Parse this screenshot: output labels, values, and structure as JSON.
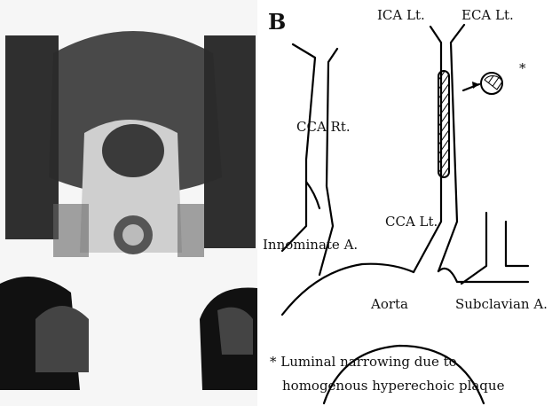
{
  "panel_label": "B",
  "labels": {
    "ica_lt": "ICA Lt.",
    "eca_lt": "ECA Lt.",
    "cca_rt": "CCA Rt.",
    "cca_lt": "CCA Lt.",
    "innominate": "Innominate A.",
    "aorta": "Aorta",
    "subclavian": "Subclavian A."
  },
  "marker": "*",
  "footnote": {
    "line1": "* Luminal narrowing due to",
    "line2": "homogenous hyperechoic plaque"
  },
  "colors": {
    "ink": "#000000",
    "background": "#ffffff"
  }
}
